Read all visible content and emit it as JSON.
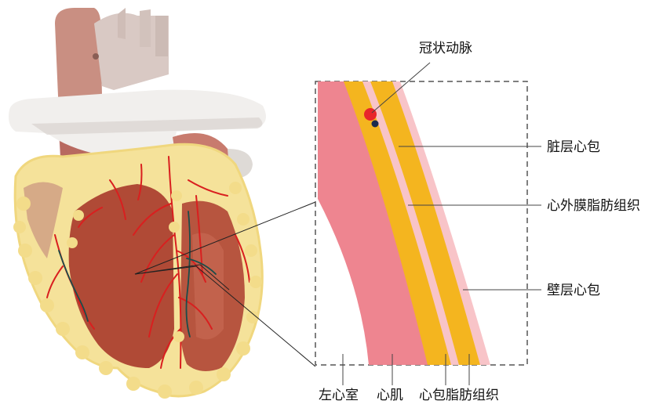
{
  "labels": {
    "coronary_artery": "冠状动脉",
    "visceral_pericardium": "脏层心包",
    "epicardial_adipose": "心外膜脂肪组织",
    "parietal_pericardium": "壁层心包",
    "left_ventricle": "左心室",
    "myocardium": "心肌",
    "pericardial_adipose": "心包脂肪组织"
  },
  "colors": {
    "myocardium": "#ee8590",
    "epicardial_fat": "#f4b51f",
    "pericardium": "#f8c4c8",
    "artery": "#e8262b",
    "vein": "#1b2a4e",
    "heart_muscle": "#b04a36",
    "heart_fat": "#f5e29a",
    "vessels": "#d91f1f"
  }
}
